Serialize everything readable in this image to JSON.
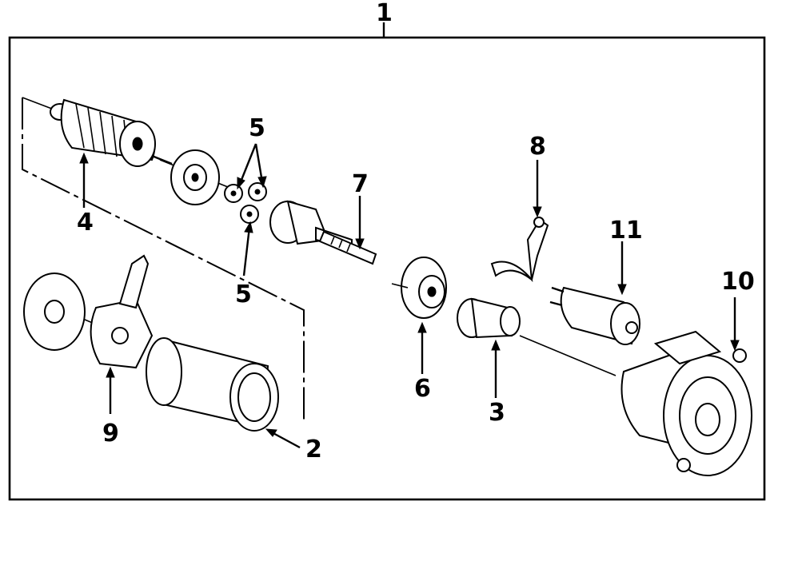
{
  "diagram": {
    "callouts": {
      "c1": "1",
      "c2": "2",
      "c3": "3",
      "c4": "4",
      "c5a": "5",
      "c5b": "5",
      "c6": "6",
      "c7": "7",
      "c8": "8",
      "c9": "9",
      "c10": "10",
      "c11": "11"
    }
  }
}
